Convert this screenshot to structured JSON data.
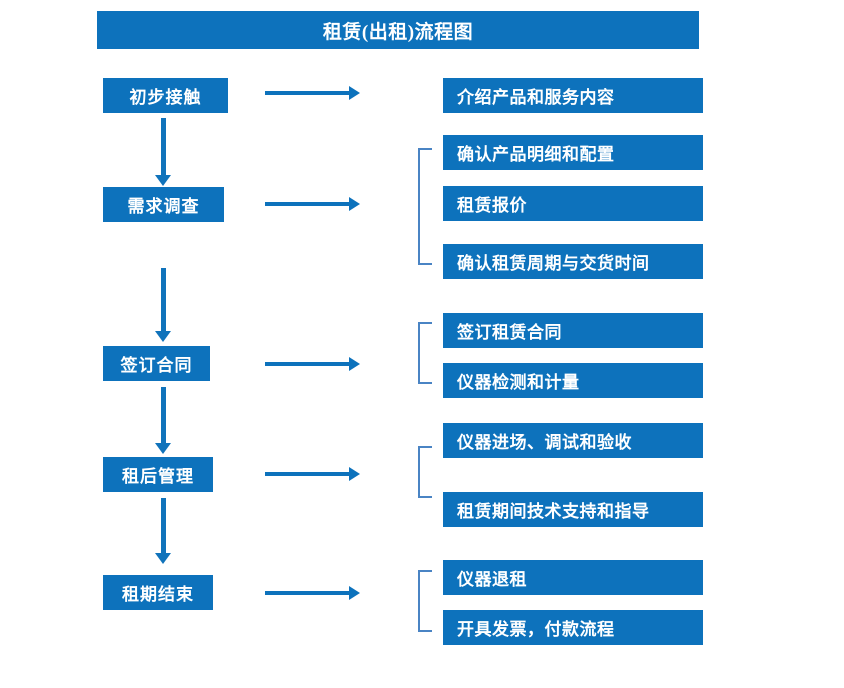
{
  "diagram": {
    "title": "租赁(出租)流程图",
    "accent_color": "#0d72bc",
    "bracket_color": "#4a84c4",
    "text_color": "#ffffff",
    "background_color": "#ffffff"
  },
  "stages": [
    {
      "id": "stage-1",
      "label": "初步接触",
      "arrow_icon": "arrow-right-icon",
      "down_arrow_icon": "arrow-down-icon",
      "grouped": false,
      "details": [
        {
          "label": "介绍产品和服务内容"
        }
      ]
    },
    {
      "id": "stage-2",
      "label": "需求调查",
      "arrow_icon": "arrow-right-icon",
      "down_arrow_icon": "arrow-down-icon",
      "grouped": true,
      "details": [
        {
          "label": "确认产品明细和配置"
        },
        {
          "label": "租赁报价"
        },
        {
          "label": "确认租赁周期与交货时间"
        }
      ]
    },
    {
      "id": "stage-3",
      "label": "签订合同",
      "arrow_icon": "arrow-right-icon",
      "down_arrow_icon": "arrow-down-icon",
      "grouped": true,
      "details": [
        {
          "label": "签订租赁合同"
        },
        {
          "label": "仪器检测和计量"
        }
      ]
    },
    {
      "id": "stage-4",
      "label": "租后管理",
      "arrow_icon": "arrow-right-icon",
      "down_arrow_icon": "arrow-down-icon",
      "grouped": true,
      "details": [
        {
          "label": "仪器进场、调试和验收"
        },
        {
          "label": "租赁期间技术支持和指导"
        }
      ]
    },
    {
      "id": "stage-5",
      "label": "租期结束",
      "arrow_icon": "arrow-right-icon",
      "down_arrow_icon": null,
      "grouped": true,
      "details": [
        {
          "label": "仪器退租"
        },
        {
          "label": "开具发票，付款流程"
        }
      ]
    }
  ]
}
